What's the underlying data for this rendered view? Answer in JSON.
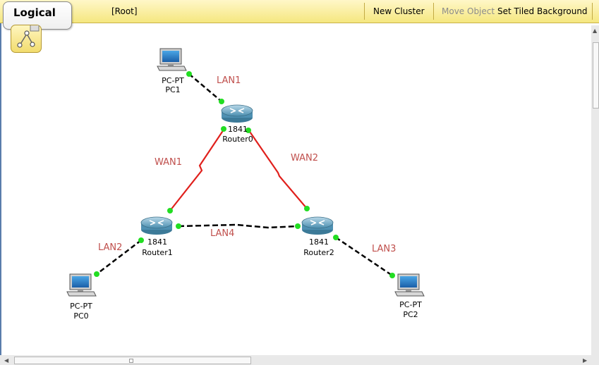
{
  "window": {
    "view_mode": "Logical"
  },
  "toolbar": {
    "root_label": "[Root]",
    "new_cluster": "New Cluster",
    "move_object": "Move Object",
    "set_tiled_background": "Set Tiled Background"
  },
  "devices": {
    "pc1": {
      "model": "PC-PT",
      "name": "PC1"
    },
    "pc0": {
      "model": "PC-PT",
      "name": "PC0"
    },
    "pc2": {
      "model": "PC-PT",
      "name": "PC2"
    },
    "router0": {
      "model": "1841",
      "name": "Router0"
    },
    "router1": {
      "model": "1841",
      "name": "Router1"
    },
    "router2": {
      "model": "1841",
      "name": "Router2"
    }
  },
  "links": {
    "lan1": "LAN1",
    "lan2": "LAN2",
    "lan3": "LAN3",
    "lan4": "LAN4",
    "wan1": "WAN1",
    "wan2": "WAN2"
  },
  "colors": {
    "wan_link": "#e0201c",
    "lan_link": "#000000",
    "port_up": "#22dd22",
    "link_label": "#c0504d"
  }
}
